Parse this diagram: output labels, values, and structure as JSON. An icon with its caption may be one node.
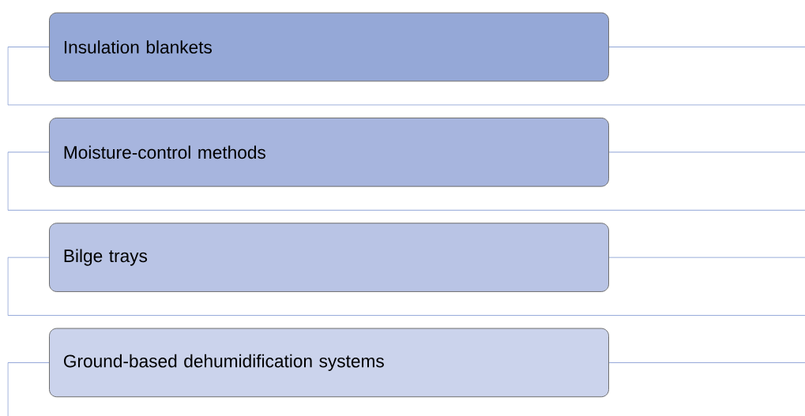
{
  "diagram": {
    "nodes": [
      {
        "text": [
          "Insulation blankets"
        ]
      },
      {
        "text": [
          "Moisture-control methods"
        ]
      },
      {
        "text": [
          "Bilge trays"
        ]
      },
      {
        "text": [
          "Ground-based dehumidification systems"
        ]
      }
    ]
  }
}
